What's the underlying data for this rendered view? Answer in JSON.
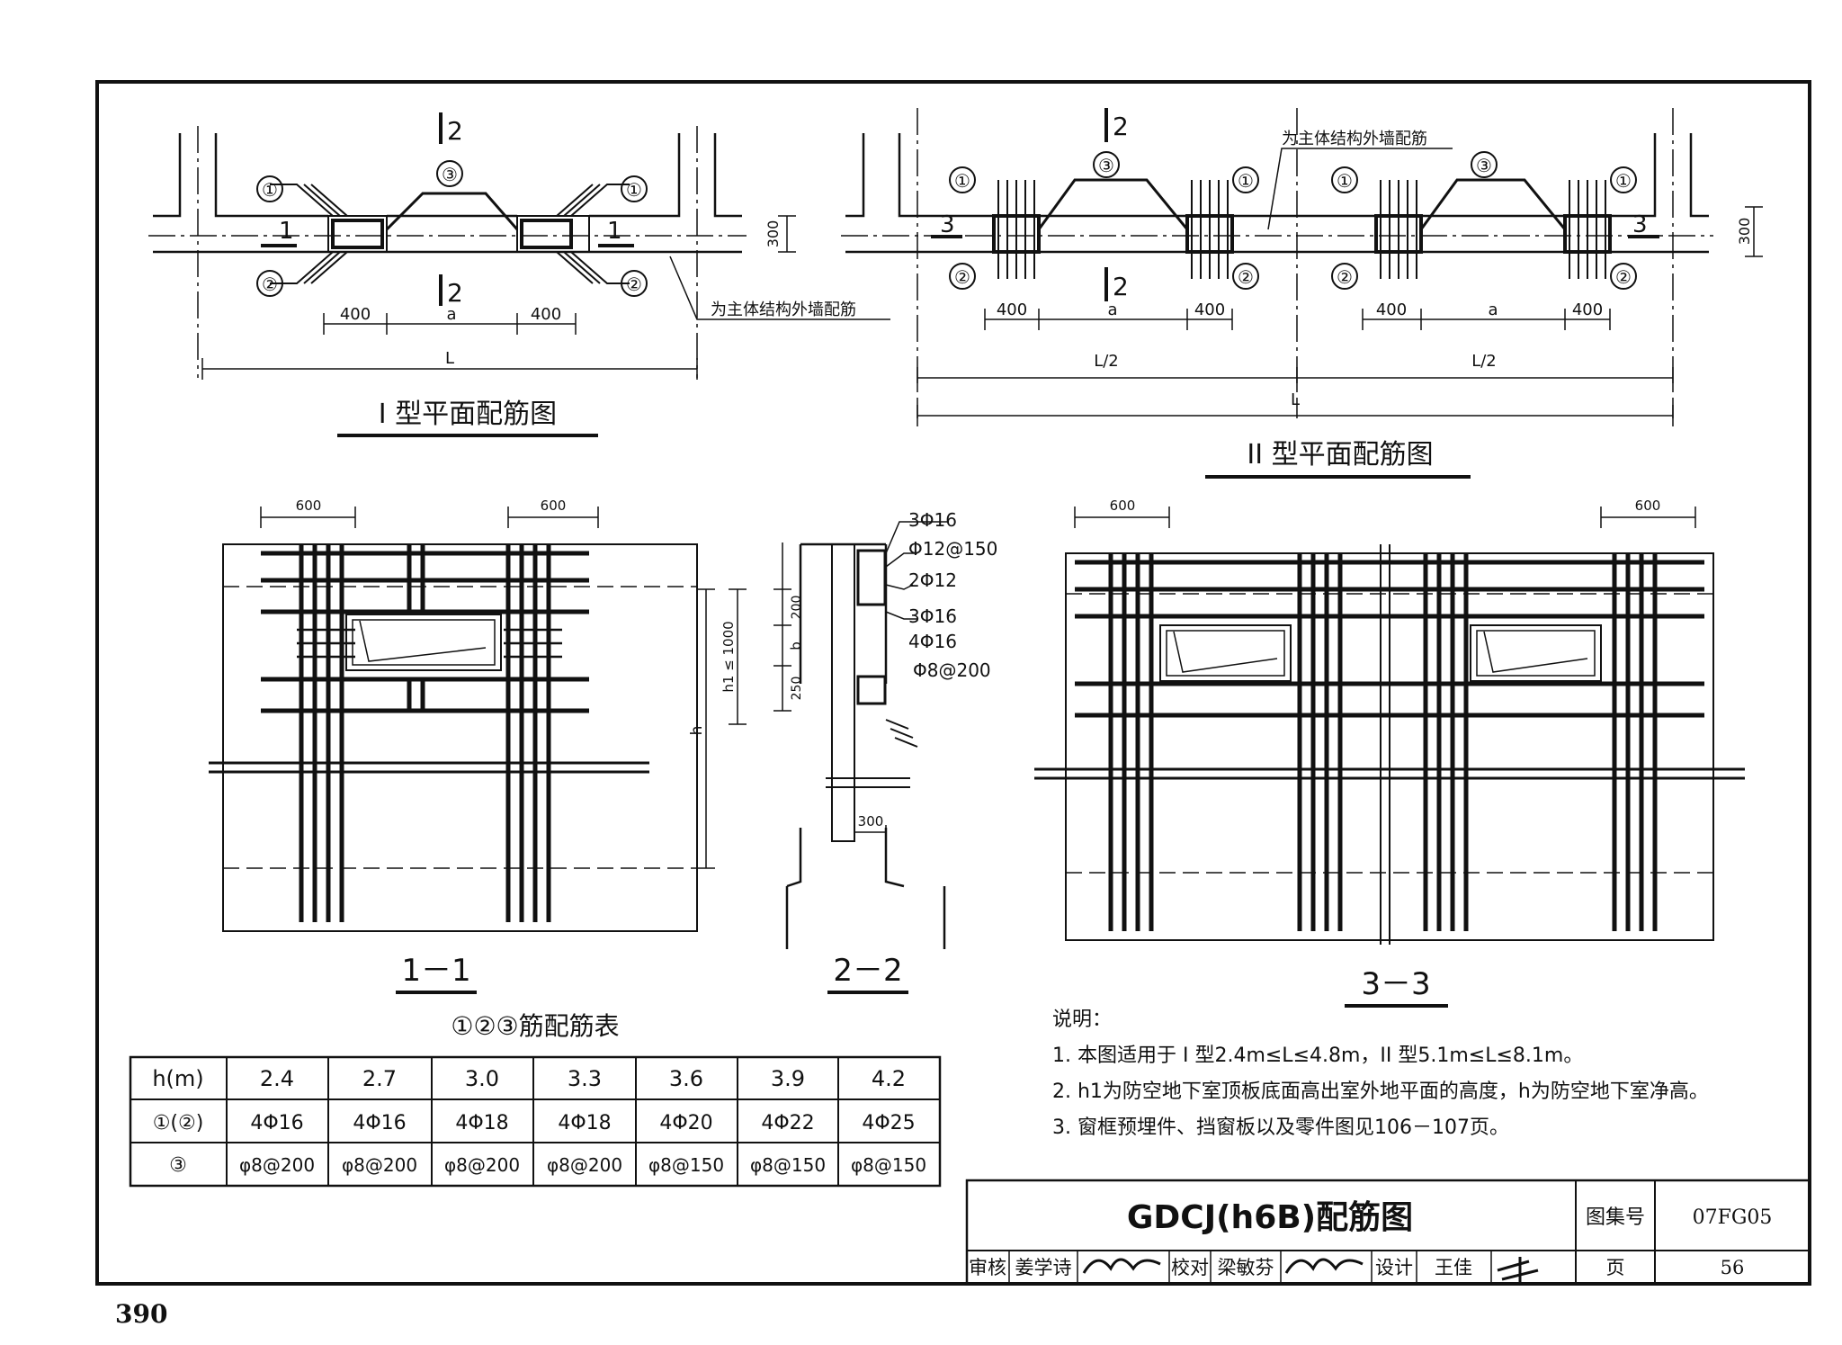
{
  "page_number": "390",
  "plan1": {
    "title": "I 型平面配筋图",
    "section_mark": "1",
    "section2_mark": "2",
    "bar1": "①",
    "bar2": "②",
    "bar3": "③",
    "dim_400a": "400",
    "dim_a": "a",
    "dim_400b": "400",
    "dim_L": "L",
    "dim_300": "300",
    "note": "为主体结构外墙配筋"
  },
  "plan2": {
    "title": "II 型平面配筋图",
    "section_mark": "3",
    "section2_mark": "2",
    "bar1": "①",
    "bar2": "②",
    "bar3": "③",
    "dim_400": "400",
    "dim_a": "a",
    "dim_L2": "L/2",
    "dim_L": "L",
    "dim_300": "300",
    "note": "为主体结构外墙配筋"
  },
  "section11": {
    "title": "1－1",
    "dim_600": "600"
  },
  "section22": {
    "title": "2－2",
    "labels": [
      "3Φ16",
      "Φ12@150",
      "2Φ12",
      "3Φ16",
      "4Φ16",
      "Φ8@200"
    ],
    "dim_200": "200",
    "dim_b": "b",
    "dim_250": "250",
    "dim_h1": "h1 ≤ 1000",
    "dim_h": "h",
    "dim_300": "300"
  },
  "section33": {
    "title": "3－3",
    "dim_600": "600"
  },
  "table": {
    "title": "①②③筋配筋表",
    "header_label": "h(m)",
    "header": [
      "2.4",
      "2.7",
      "3.0",
      "3.3",
      "3.6",
      "3.9",
      "4.2"
    ],
    "rows": [
      {
        "label": "①(②)",
        "cells": [
          "4Φ16",
          "4Φ16",
          "4Φ18",
          "4Φ18",
          "4Φ20",
          "4Φ22",
          "4Φ25"
        ]
      },
      {
        "label": "③",
        "cells": [
          "φ8@200",
          "φ8@200",
          "φ8@200",
          "φ8@200",
          "φ8@150",
          "φ8@150",
          "φ8@150"
        ]
      }
    ]
  },
  "notes": {
    "heading": "说明：",
    "items": [
      "1. 本图适用于 I 型2.4m≤L≤4.8m，II 型5.1m≤L≤8.1m。",
      "2. h1为防空地下室顶板底面高出室外地平面的高度，h为防空地下室净高。",
      "3. 窗框预埋件、挡窗板以及零件图见106－107页。"
    ]
  },
  "title_block": {
    "title": "GDCJ(h6B)配筋图",
    "atlas_label": "图集号",
    "atlas_no": "07FG05",
    "review_label": "审核",
    "review_name": "姜学诗",
    "check_label": "校对",
    "check_name": "梁敏芬",
    "design_label": "设计",
    "design_name": "王佳",
    "page_label": "页",
    "page_no": "56"
  }
}
